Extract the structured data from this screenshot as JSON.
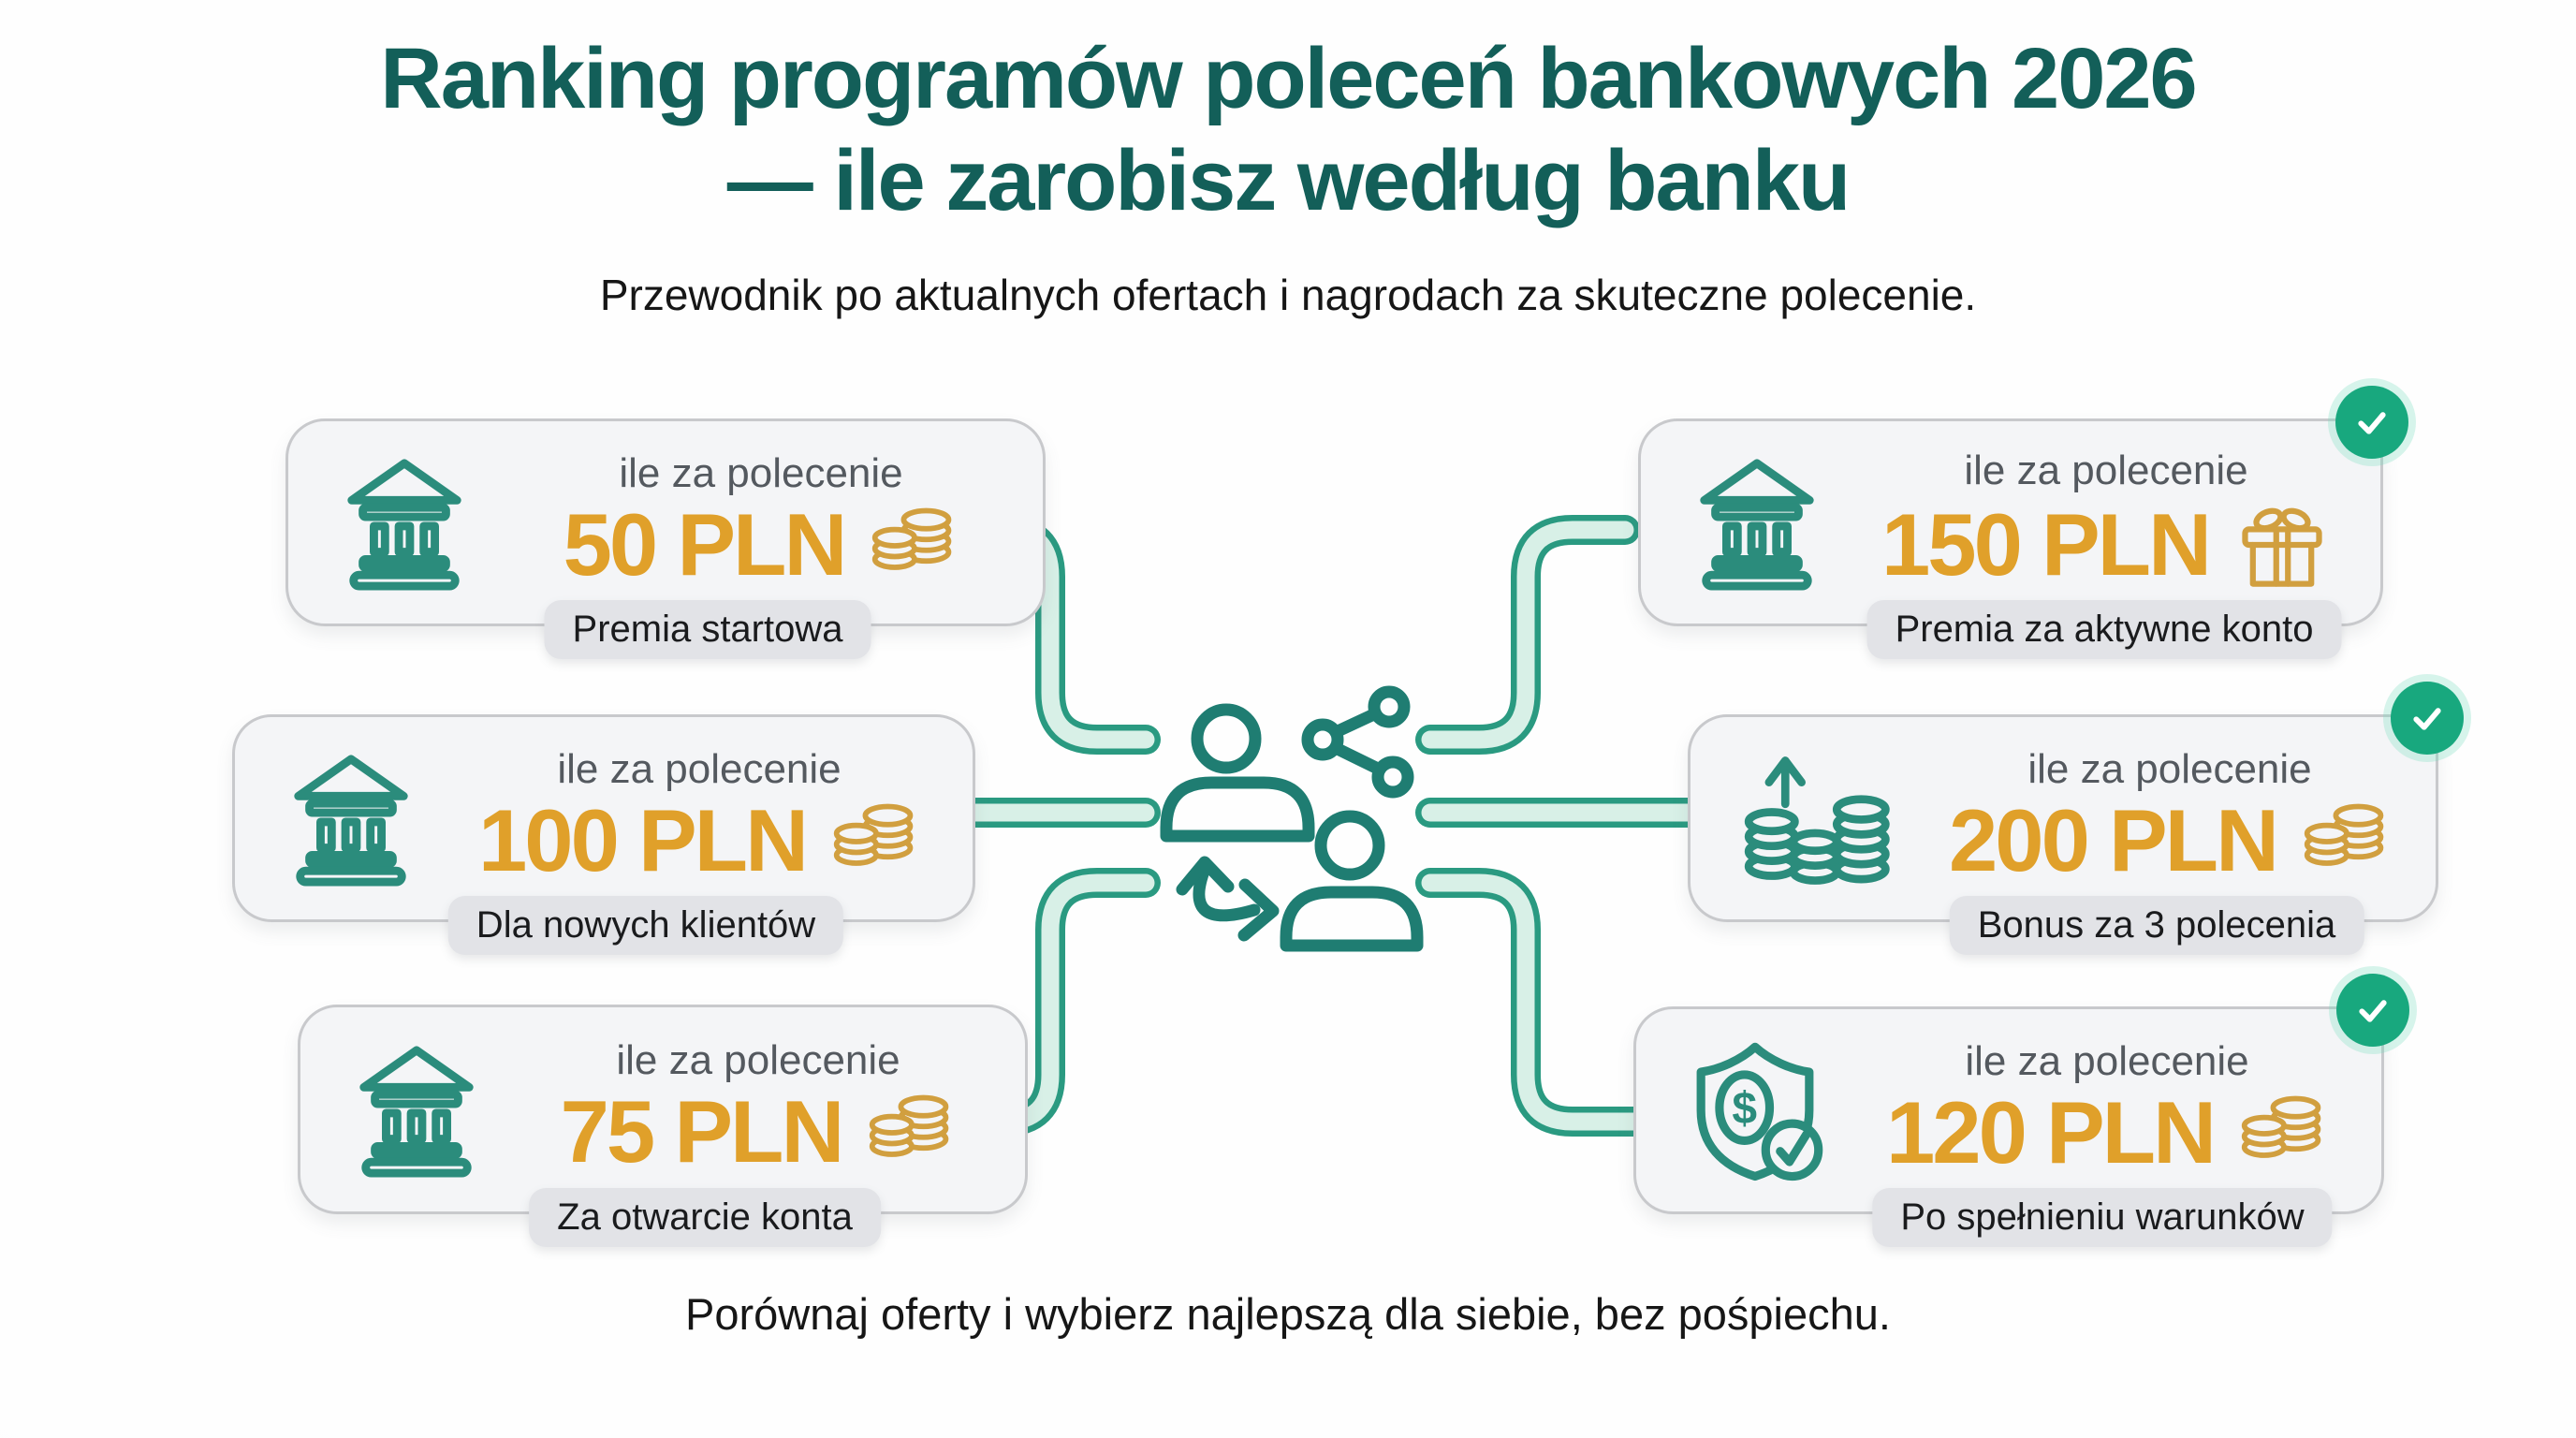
{
  "meta": {
    "type": "infographic",
    "language": "pl"
  },
  "header": {
    "title_line1": "Ranking programów poleceń bankowych 2026",
    "title_line2": "— ile zarobisz według banku",
    "subtitle": "Przewodnik po aktualnych ofertach i nagrodach za skuteczne polecenie."
  },
  "cards": [
    {
      "position": "left-top",
      "icon": "bank-icon",
      "label": "ile za polecenie",
      "amount": "50 PLN",
      "reward_icon": "coins-icon",
      "badge": "Premia startowa",
      "checked": false
    },
    {
      "position": "left-middle",
      "icon": "bank-icon",
      "label": "ile za polecenie",
      "amount": "100 PLN",
      "reward_icon": "coins-icon",
      "badge": "Dla nowych klientów",
      "checked": false
    },
    {
      "position": "left-bottom",
      "icon": "bank-icon",
      "label": "ile za polecenie",
      "amount": "75 PLN",
      "reward_icon": "coins-icon",
      "badge": "Za otwarcie konta",
      "checked": false
    },
    {
      "position": "right-top",
      "icon": "bank-icon",
      "label": "ile za polecenie",
      "amount": "150 PLN",
      "reward_icon": "gift-icon",
      "badge": "Premia za aktywne konto",
      "checked": true
    },
    {
      "position": "right-middle",
      "icon": "coins-growth-icon",
      "label": "ile za polecenie",
      "amount": "200 PLN",
      "reward_icon": "coins-icon",
      "badge": "Bonus za 3 polecenia",
      "checked": true
    },
    {
      "position": "right-bottom",
      "icon": "shield-check-icon",
      "label": "ile za polecenie",
      "amount": "120 PLN",
      "reward_icon": "coins-icon",
      "badge": "Po spełnieniu warunków",
      "checked": true
    }
  ],
  "center": {
    "icons": [
      "person-icon",
      "person-icon",
      "share-network-icon",
      "swap-arrows-icon"
    ],
    "connector_count": 6
  },
  "footer": {
    "text": "Porównaj oferty i wybierz najlepszą dla siebie, bez pośpiechu."
  },
  "colors": {
    "title_teal": "#135f59",
    "icon_teal": "#2b8c7c",
    "center_icon_teal": "#1f7d72",
    "amount_orange": "#e0a02a",
    "reward_gold": "#d19f3f",
    "connector_stroke": "#2a9a81",
    "connector_fill": "#d8f0e7",
    "check_green": "#18a87e",
    "card_bg": "#f4f5f7",
    "card_border": "#c8c9cc",
    "badge_bg": "#e2e3e7"
  }
}
